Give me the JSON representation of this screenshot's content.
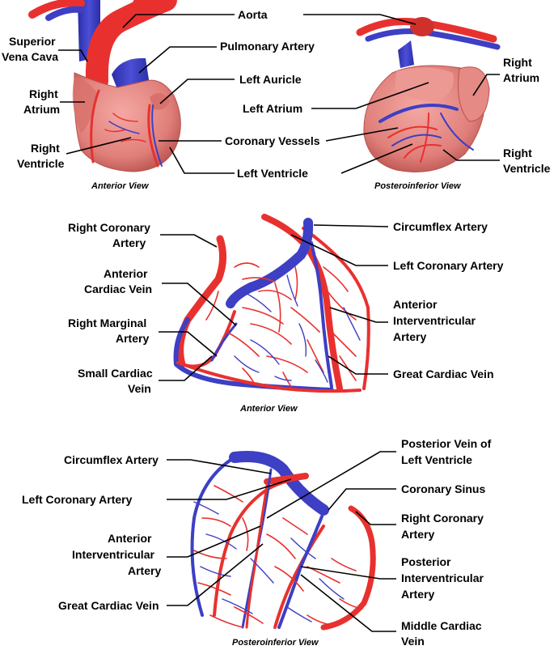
{
  "panels": {
    "anterior_heart": {
      "caption": "Anterior View",
      "labels": {
        "aorta": "Aorta",
        "superior_vena_cava_1": "Superior",
        "superior_vena_cava_2": "Vena Cava",
        "pulmonary_artery": "Pulmonary Artery",
        "right_atrium_1": "Right",
        "right_atrium_2": "Atrium",
        "left_auricle": "Left Auricle",
        "left_atrium": "Left Atrium",
        "right_ventricle_1": "Right",
        "right_ventricle_2": "Ventricle",
        "coronary_vessels": "Coronary Vessels",
        "left_ventricle": "Left Ventricle"
      }
    },
    "posteroinferior_heart": {
      "caption": "Posteroinferior View",
      "labels": {
        "right_atrium_1": "Right",
        "right_atrium_2": "Atrium",
        "right_ventricle_1": "Right",
        "right_ventricle_2": "Ventricle"
      }
    },
    "anterior_vessels": {
      "caption": "Anterior View",
      "labels": {
        "right_coronary_artery_1": "Right Coronary",
        "right_coronary_artery_2": "Artery",
        "circumflex_artery": "Circumflex Artery",
        "left_coronary_artery": "Left Coronary Artery",
        "anterior_cardiac_vein_1": "Anterior",
        "anterior_cardiac_vein_2": "Cardiac Vein",
        "anterior_interventricular_artery_1": "Anterior",
        "anterior_interventricular_artery_2": "Interventricular",
        "anterior_interventricular_artery_3": "Artery",
        "right_marginal_artery_1": "Right Marginal",
        "right_marginal_artery_2": "Artery",
        "small_cardiac_vein_1": "Small Cardiac",
        "small_cardiac_vein_2": "Vein",
        "great_cardiac_vein": "Great Cardiac Vein"
      }
    },
    "posteroinferior_vessels": {
      "caption": "Posteroinferior View",
      "labels": {
        "circumflex_artery": "Circumflex Artery",
        "posterior_vein_lv_1": "Posterior Vein of",
        "posterior_vein_lv_2": "Left Ventricle",
        "left_coronary_artery": "Left Coronary Artery",
        "coronary_sinus": "Coronary Sinus",
        "right_coronary_artery_1": "Right Coronary",
        "right_coronary_artery_2": "Artery",
        "anterior_interventricular_artery_1": "Anterior",
        "anterior_interventricular_artery_2": "Interventricular",
        "anterior_interventricular_artery_3": "Artery",
        "posterior_interventricular_artery_1": "Posterior",
        "posterior_interventricular_artery_2": "Interventricular",
        "posterior_interventricular_artery_3": "Artery",
        "great_cardiac_vein": "Great Cardiac Vein",
        "middle_cardiac_vein_1": "Middle Cardiac",
        "middle_cardiac_vein_2": "Vein"
      }
    }
  },
  "colors": {
    "artery": "#e8312f",
    "vein": "#3d3fc4",
    "myocardium": "#e98a86",
    "myocardium_shade": "#c9605b",
    "leader": "#000000"
  }
}
